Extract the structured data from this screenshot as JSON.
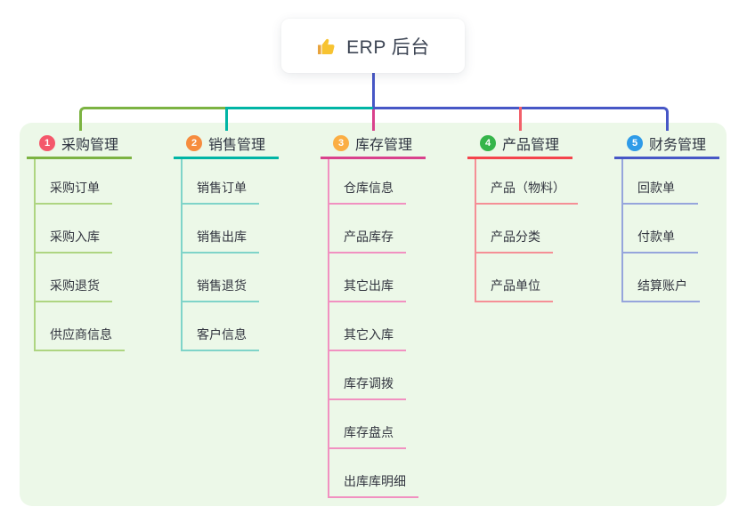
{
  "root": {
    "title": "ERP 后台",
    "icon": "thumbs-up-icon",
    "icon_color": "#F7C331",
    "icon_color_dark": "#E8A33D",
    "line_color": "#4757C6"
  },
  "panel": {
    "background_color": "#ECF8E8"
  },
  "trunk_segments": [
    {
      "color": "#7CB342"
    },
    {
      "color": "#00B5A5"
    },
    {
      "color": "#4757C6"
    }
  ],
  "branches": [
    {
      "badge": "1",
      "badge_color": "#F4586B",
      "label": "采购管理",
      "line_color": "#7CB342",
      "stub_color": "#7CB342",
      "child_line_color": "#AED581",
      "children": [
        "采购订单",
        "采购入库",
        "采购退货",
        "供应商信息"
      ]
    },
    {
      "badge": "2",
      "badge_color": "#F68C3E",
      "label": "销售管理",
      "line_color": "#00B5A5",
      "stub_color": "#00B5A5",
      "child_line_color": "#7FD4C9",
      "children": [
        "销售订单",
        "销售出库",
        "销售退货",
        "客户信息"
      ]
    },
    {
      "badge": "3",
      "badge_color": "#FBAE43",
      "label": "库存管理",
      "line_color": "#D9418C",
      "stub_color": "#D9418C",
      "child_line_color": "#F191C1",
      "children": [
        "仓库信息",
        "产品库存",
        "其它出库",
        "其它入库",
        "库存调拨",
        "库存盘点",
        "出库库明细"
      ]
    },
    {
      "badge": "4",
      "badge_color": "#35B54A",
      "label": "产品管理",
      "line_color": "#F4444C",
      "stub_color": "#F2606A",
      "child_line_color": "#F58F96",
      "children": [
        "产品（物料）",
        "产品分类",
        "产品单位"
      ]
    },
    {
      "badge": "5",
      "badge_color": "#2E9BE8",
      "label": "财务管理",
      "line_color": "#4757C6",
      "stub_color": "#4757C6",
      "child_line_color": "#96A5DC",
      "children": [
        "回款单",
        "付款单",
        "结算账户"
      ]
    }
  ]
}
